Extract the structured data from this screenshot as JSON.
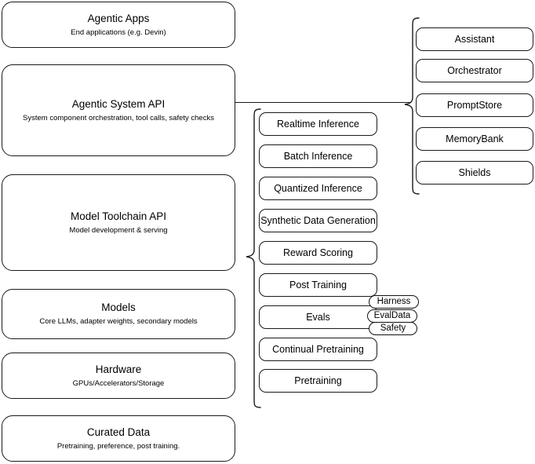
{
  "diagram": {
    "title": "Agentic AI stack layers",
    "stroke_color": "#1a1a1a",
    "background_color": "#ffffff",
    "layers": [
      {
        "name": "agentic-apps",
        "title": "Agentic Apps",
        "subtitle": "End applications (e.g. Devin)"
      },
      {
        "name": "agentic-system-api",
        "title": "Agentic System API",
        "subtitle": "System component orchestration, tool calls, safety checks"
      },
      {
        "name": "model-toolchain-api",
        "title": "Model Toolchain API",
        "subtitle": "Model development & serving"
      },
      {
        "name": "models",
        "title": "Models",
        "subtitle": "Core LLMs, adapter weights, secondary models"
      },
      {
        "name": "hardware",
        "title": "Hardware",
        "subtitle": "GPUs/Accelerators/Storage"
      },
      {
        "name": "curated-data",
        "title": "Curated Data",
        "subtitle": "Pretraining, preference, post training."
      }
    ],
    "toolchain_components": [
      {
        "name": "realtime-inference",
        "label": "Realtime Inference"
      },
      {
        "name": "batch-inference",
        "label": "Batch Inference"
      },
      {
        "name": "quantized-inference",
        "label": "Quantized Inference"
      },
      {
        "name": "synthetic-data-generation",
        "label": "Synthetic Data Generation"
      },
      {
        "name": "reward-scoring",
        "label": "Reward Scoring"
      },
      {
        "name": "post-training",
        "label": "Post Training"
      },
      {
        "name": "evals",
        "label": "Evals"
      },
      {
        "name": "continual-pretraining",
        "label": "Continual Pretraining"
      },
      {
        "name": "pretraining",
        "label": "Pretraining"
      }
    ],
    "eval_subcomponents": [
      {
        "name": "harness",
        "label": "Harness"
      },
      {
        "name": "evaldata",
        "label": "EvalData"
      },
      {
        "name": "safety",
        "label": "Safety"
      }
    ],
    "system_components": [
      {
        "name": "assistant",
        "label": "Assistant"
      },
      {
        "name": "orchestrator",
        "label": "Orchestrator"
      },
      {
        "name": "promptstore",
        "label": "PromptStore"
      },
      {
        "name": "memorybank",
        "label": "MemoryBank"
      },
      {
        "name": "shields",
        "label": "Shields"
      }
    ]
  }
}
